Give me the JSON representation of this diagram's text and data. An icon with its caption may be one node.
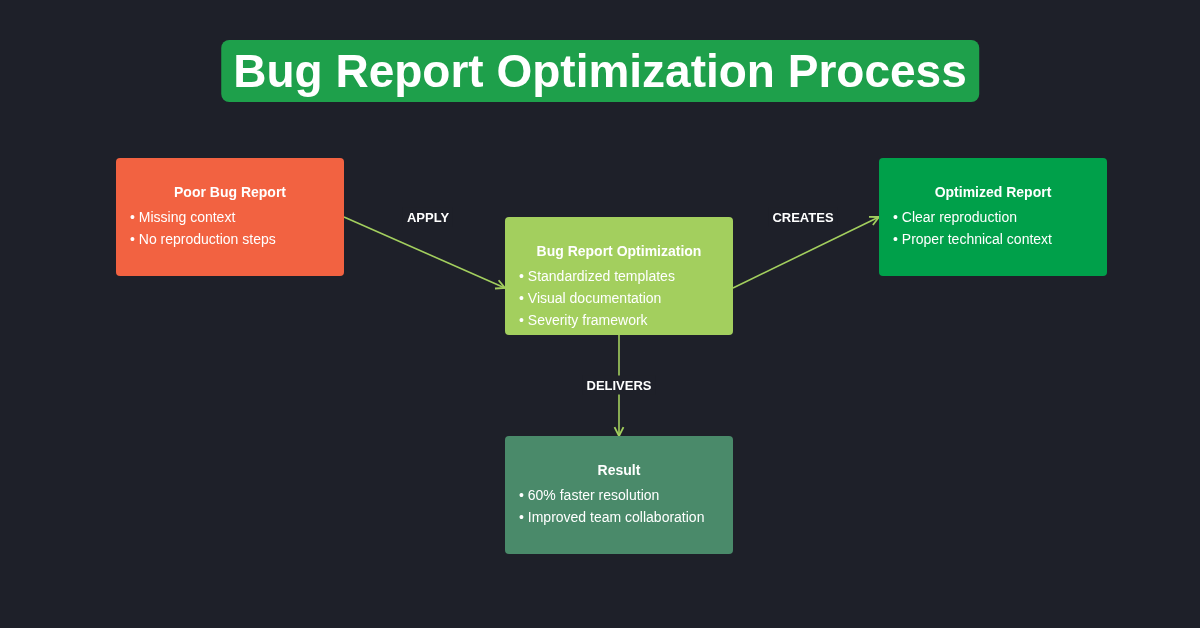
{
  "diagram": {
    "title": "Bug Report Optimization Process",
    "nodes": [
      {
        "text": [
          "Poor Bug Report",
          "• Missing context",
          "• No reproduction steps"
        ]
      },
      {
        "text": [
          "Bug Report Optimization",
          "• Standardized templates",
          "• Visual documentation",
          "• Severity framework"
        ]
      },
      {
        "text": [
          "Optimized Report",
          "• Clear reproduction",
          "• Proper technical context"
        ]
      },
      {
        "text": [
          "Result",
          "• 60% faster resolution",
          "• Improved team collaboration"
        ]
      }
    ],
    "edges": [
      {
        "from": 0,
        "to": 1,
        "arrow": "to",
        "label": "APPLY"
      },
      {
        "from": 1,
        "to": 2,
        "arrow": "to",
        "label": "CREATES"
      },
      {
        "from": 1,
        "to": 3,
        "arrow": "to",
        "label": "DELIVERS"
      }
    ]
  }
}
